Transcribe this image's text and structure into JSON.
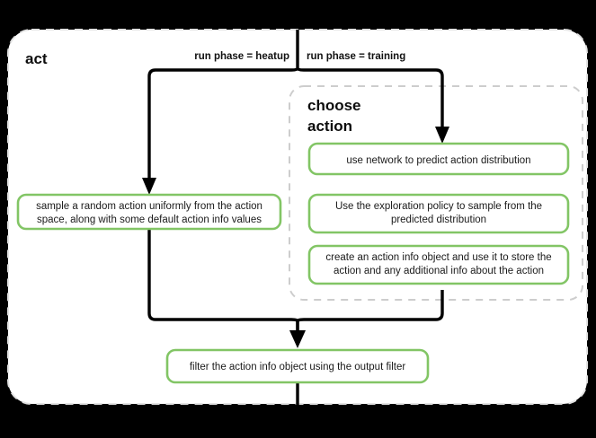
{
  "diagram": {
    "type": "flowchart",
    "background_color": "#000000",
    "panel_color": "#ffffff",
    "node_border_color": "#82c565",
    "group_border_color": "#cdcdcd",
    "edge_color": "#000000",
    "panel": {
      "title": "act"
    },
    "group": {
      "title_line1": "choose",
      "title_line2": "action"
    },
    "edge_labels": {
      "heatup": "run phase = heatup",
      "training": "run phase = training"
    },
    "nodes": {
      "sample_random": {
        "line1": "sample a random action uniformly from the action",
        "line2": "space, along with some default action info values"
      },
      "use_network": {
        "line1": "use network to predict action distribution"
      },
      "exploration_policy": {
        "line1": "Use the exploration policy to sample from the",
        "line2": "predicted distribution"
      },
      "action_info": {
        "line1": "create an action info object and use it to store the",
        "line2": "action and any additional info about the action"
      },
      "output_filter": {
        "line1": "filter the action info object using the output filter"
      }
    }
  }
}
